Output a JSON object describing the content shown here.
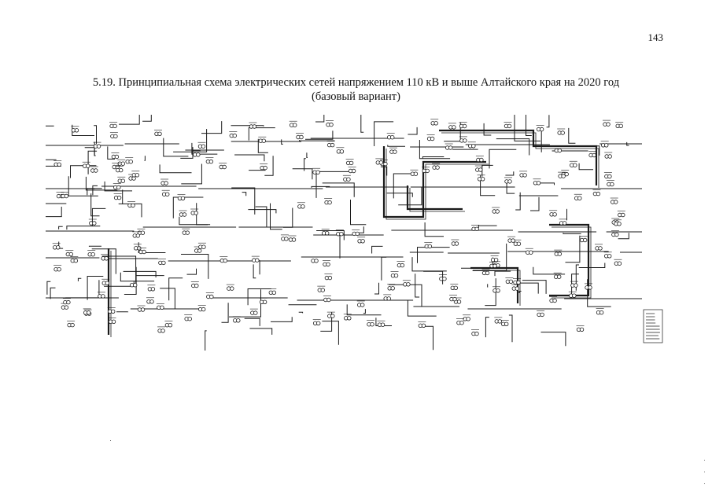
{
  "page": {
    "number": "143"
  },
  "title": {
    "line1": "5.19. Принципиальная схема электрических сетей напряжением 110 кВ и выше Алтайского края на 2020 год",
    "line2": "(базовый вариант)"
  },
  "diagram": {
    "description_icon": "power-grid-schematic",
    "line_color": "#1a1a1a"
  }
}
